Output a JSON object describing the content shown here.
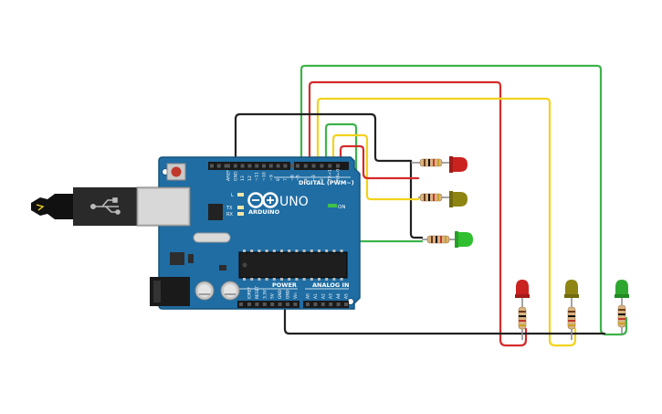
{
  "board": {
    "brand": "ARDUINO",
    "model": "UNO",
    "digital_label": "DIGITAL (PWM~)",
    "on_label": "ON",
    "power_label": "POWER",
    "analog_label": "ANALOG IN",
    "led_l": "L",
    "led_tx": "TX",
    "led_rx": "RX",
    "top_pins": [
      "AREF",
      "GND",
      "13",
      "12",
      "~11",
      "~10",
      "~9",
      "8",
      "7",
      "~6",
      "~5",
      "4",
      "~3",
      "2",
      "TX→1",
      "RX←0"
    ],
    "power_pins": [
      "IOREF",
      "RESET",
      "3.3V",
      "5V",
      "GND",
      "GND",
      "Vin"
    ],
    "analog_pins": [
      "A0",
      "A1",
      "A2",
      "A3",
      "A4",
      "A5"
    ]
  },
  "colors": {
    "board": "#1f6da3",
    "board_dark": "#16547e",
    "wire_black": "#222222",
    "wire_red": "#d42b2b",
    "wire_yellow": "#f2d21b",
    "wire_green": "#3db34a",
    "led_red": "#c9221f",
    "led_yellow": "#8d8412",
    "led_green": "#2fbf2f",
    "resistor": "#d9b382"
  }
}
